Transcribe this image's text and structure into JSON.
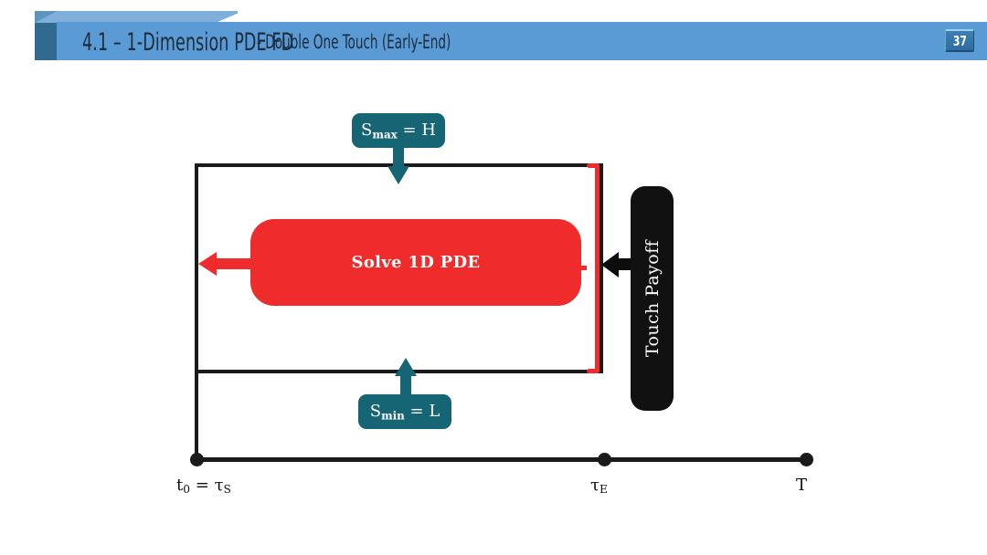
{
  "header": {
    "title_main": "4.1 – 1-Dimension PDE FD",
    "title_sub": "- Double One Touch (Early-End)",
    "page_number": "37",
    "band_color": "#5b9bd5",
    "band_bevel_dark": "#31698f",
    "band_bevel_light": "#7fb0dc",
    "title_color": "#1b2b3c"
  },
  "diagram": {
    "pde_box": {
      "label": "Solve 1D PDE",
      "color": "#ef2b2b",
      "text_color": "#ffffff"
    },
    "touch_payoff": {
      "label": "Touch Payoff",
      "color": "#111111",
      "text_color": "#ffffff",
      "orientation": "vertical"
    },
    "callouts": [
      {
        "id": "s-max",
        "symbol": "S",
        "subscript": "max",
        "equals": "= H",
        "color": "#156574",
        "arrow": "down"
      },
      {
        "id": "s-min",
        "symbol": "S",
        "subscript": "min",
        "equals": "= L",
        "color": "#156574",
        "arrow": "up"
      }
    ],
    "axis": {
      "ticks": [
        {
          "id": "t0",
          "symbol": "t",
          "sub1": "0",
          "mid": "= τ",
          "sub2": "S"
        },
        {
          "id": "tau-e",
          "symbol": "τ",
          "sub1": "E",
          "mid": "",
          "sub2": ""
        },
        {
          "id": "capital-t",
          "symbol": "T",
          "sub1": "",
          "mid": "",
          "sub2": ""
        }
      ],
      "line_color": "#1a1a1a"
    },
    "boundary_rect": {
      "stroke": "#1a1a1a"
    },
    "bracket": {
      "color": "#ef2b2b",
      "side": "right"
    },
    "arrows": {
      "solve_to_left": "#ef2b2b",
      "payoff_to_boundary": "#0d0d0d"
    }
  }
}
